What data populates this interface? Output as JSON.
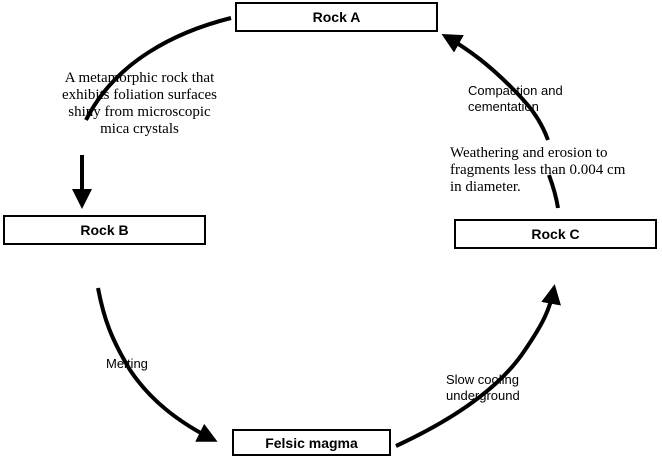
{
  "boxes": {
    "rock_a": "Rock A",
    "rock_b": "Rock B",
    "rock_c": "Rock C",
    "magma": "Felsic magma"
  },
  "labels": {
    "compaction": [
      "Compaction and",
      "cementation"
    ],
    "weathering": [
      "Weathering and erosion to",
      "fragments less than 0.004 cm",
      "in diameter."
    ],
    "metamorphic": [
      "A metamorphic rock that",
      "exhibits foliation surfaces",
      "shiny from microscopic",
      "mica crystals"
    ],
    "melting": "Melting",
    "cooling": [
      "Slow cooling",
      "underground"
    ]
  }
}
